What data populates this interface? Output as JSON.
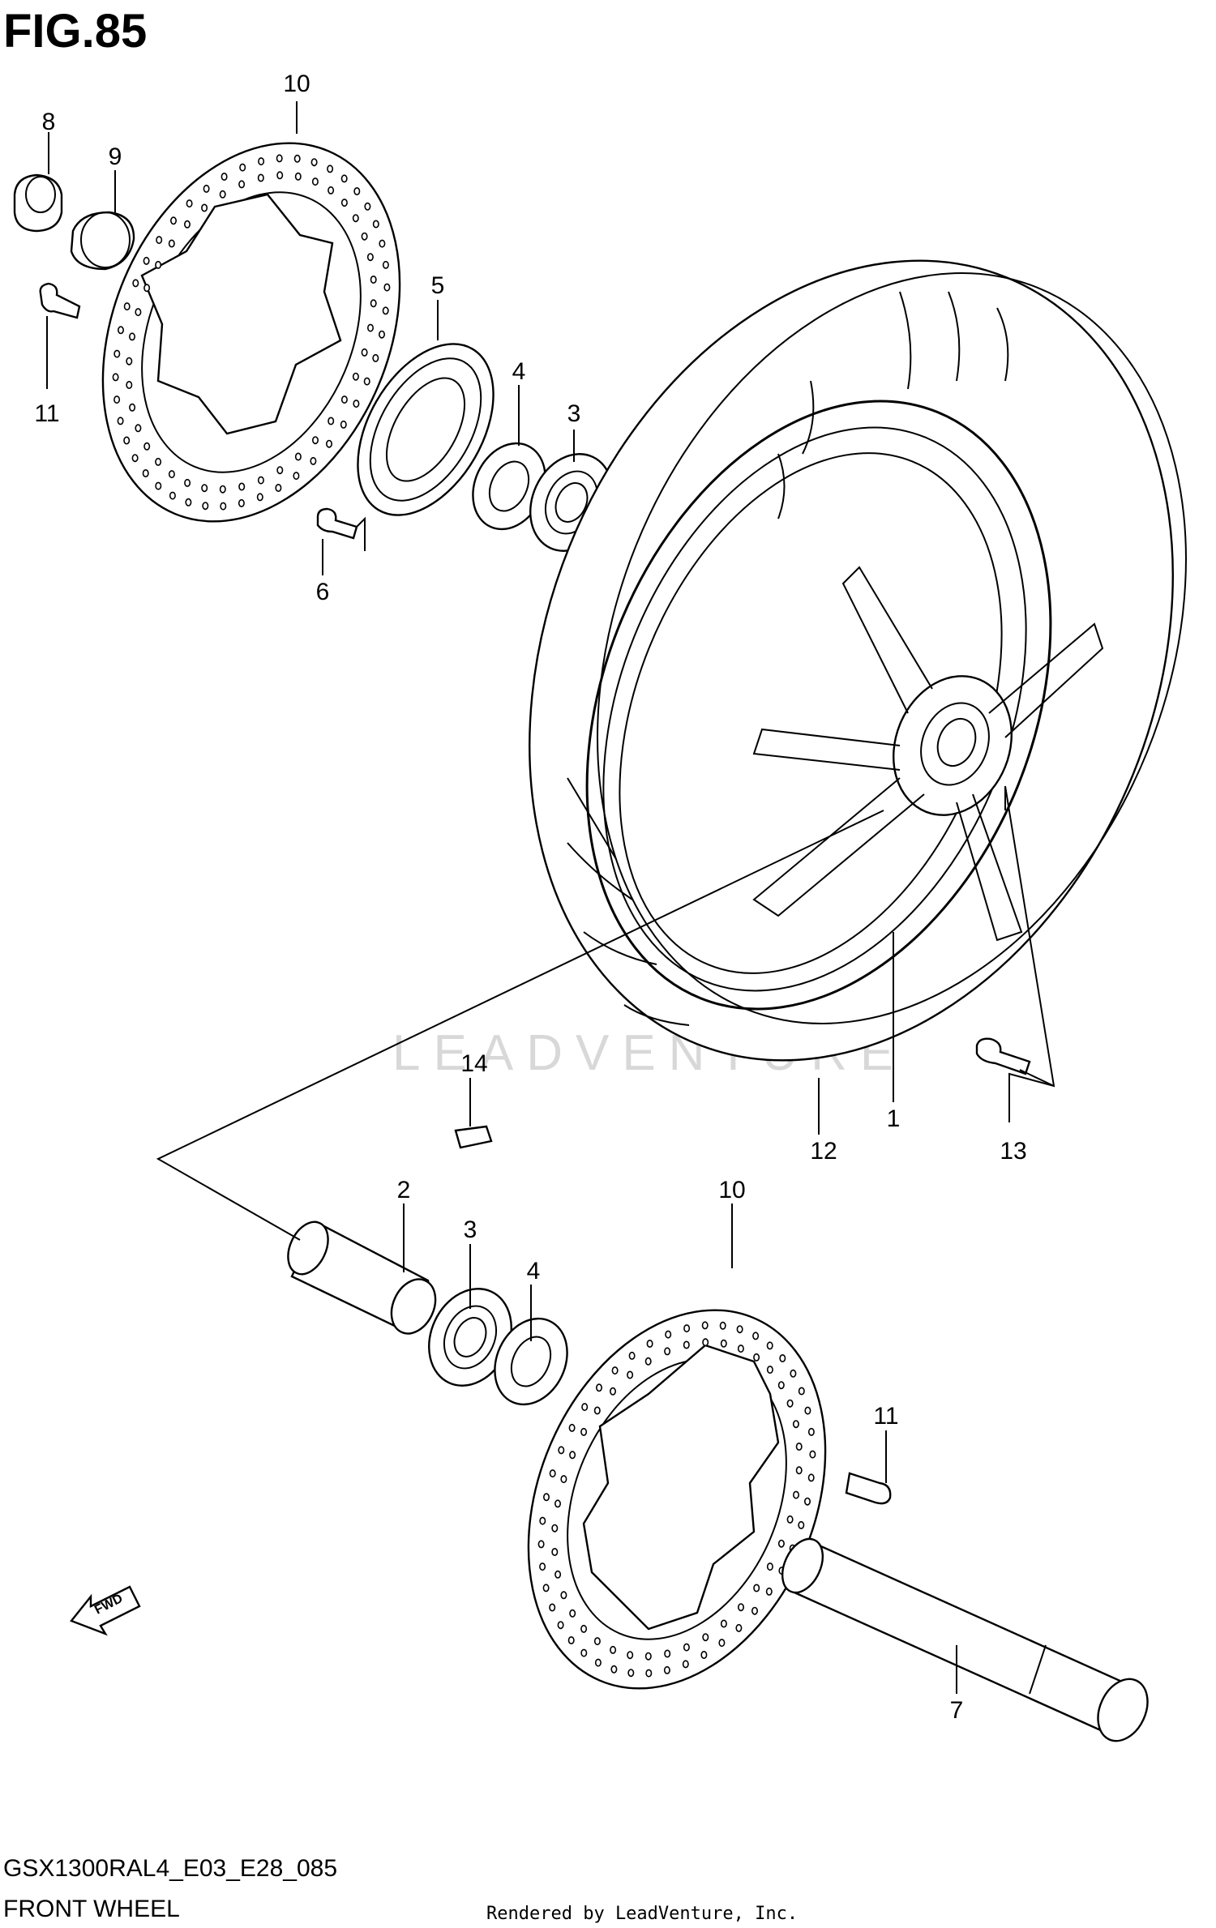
{
  "figure": {
    "title": "FIG.85",
    "code": "GSX1300RAL4_E03_E28_085",
    "caption": "FRONT WHEEL",
    "render_credit": "Rendered by LeadVenture, Inc.",
    "watermark": "LEADVENTURE",
    "fwd_label": "FWD"
  },
  "callouts": [
    {
      "id": "c8",
      "number": "8"
    },
    {
      "id": "c9",
      "number": "9"
    },
    {
      "id": "c10a",
      "number": "10"
    },
    {
      "id": "c11a",
      "number": "11"
    },
    {
      "id": "c5",
      "number": "5"
    },
    {
      "id": "c4a",
      "number": "4"
    },
    {
      "id": "c3a",
      "number": "3"
    },
    {
      "id": "c6",
      "number": "6"
    },
    {
      "id": "c14",
      "number": "14"
    },
    {
      "id": "c12",
      "number": "12"
    },
    {
      "id": "c1",
      "number": "1"
    },
    {
      "id": "c13",
      "number": "13"
    },
    {
      "id": "c2",
      "number": "2"
    },
    {
      "id": "c3b",
      "number": "3"
    },
    {
      "id": "c4b",
      "number": "4"
    },
    {
      "id": "c10b",
      "number": "10"
    },
    {
      "id": "c11b",
      "number": "11"
    },
    {
      "id": "c7",
      "number": "7"
    }
  ]
}
